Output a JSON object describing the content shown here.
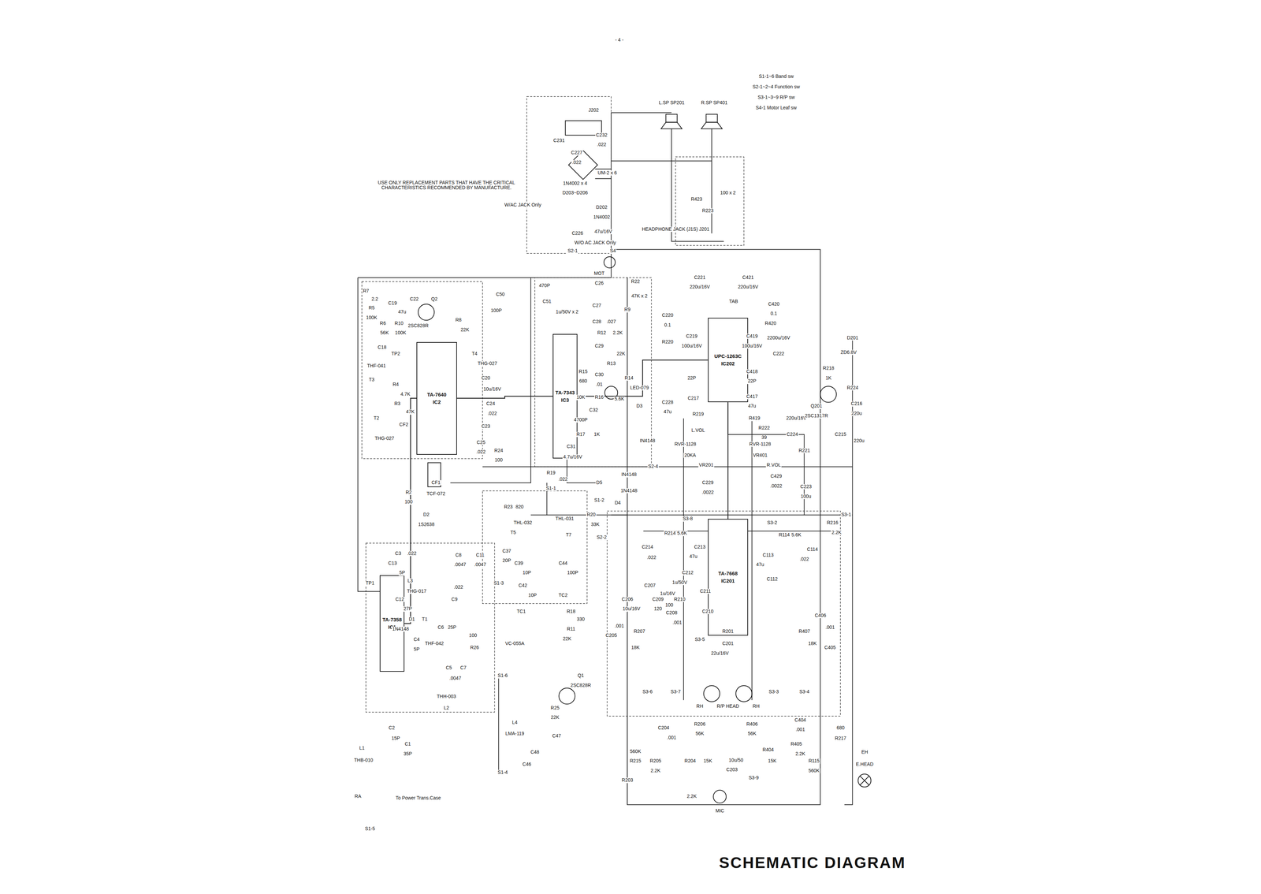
{
  "diagram": {
    "title": "SCHEMATIC DIAGRAM",
    "nodes": [
      {
        "text": [
          "TA-7358",
          "IC1"
        ]
      },
      {
        "text": [
          "TA-7640",
          "IC2"
        ]
      },
      {
        "text": [
          "TA-7343",
          "IC3"
        ]
      },
      {
        "text": [
          "UPC-1263C",
          "IC202"
        ]
      },
      {
        "text": [
          "TA-7668",
          "IC201"
        ]
      }
    ],
    "edges": [
      {
        "from": 0,
        "to": 1,
        "arrow": "none"
      },
      {
        "from": 1,
        "to": 2,
        "arrow": "none"
      },
      {
        "from": 2,
        "to": 3,
        "arrow": "none"
      },
      {
        "from": 4,
        "to": 3,
        "arrow": "none"
      }
    ],
    "labels": [
      "- 4 -",
      "USE ONLY REPLACEMENT PARTS THAT HAVE THE CRITICAL CHARACTERISTICS RECOMMENDED BY MANUFACTURE.",
      "S1-1~6 Band sw",
      "S2-1~2~4 Function sw",
      "S3-1~3~9 R/P sw",
      "S4-1 Motor Leaf sw",
      "J202",
      "C227",
      ".022",
      "C231",
      "C232",
      ".022",
      "1N4002 x 4",
      "D203~D206",
      "UM-2 x 6",
      "D202",
      "1N4002",
      "W/AC JACK Only",
      "W/O AC JACK Only",
      "47u/16V",
      "C226",
      "S4",
      "S2-1",
      "MOT",
      "L.SP SP201",
      "R.SP SP401",
      "HEADPHONE JACK (J1S) J201",
      "R223",
      "100 x 2",
      "R423",
      "TAB",
      "C221",
      "220u/16V",
      "C421",
      "220u/16V",
      "C220",
      "0.1",
      "C420",
      "0.1",
      "R220",
      "R420",
      "2200u/16V",
      "C222",
      "C219",
      "100u/16V",
      "C419",
      "100u/16V",
      "22P",
      "C418",
      "22P",
      "C217",
      "C417",
      "47u",
      "R219",
      "R419",
      "C228",
      "47u",
      "R222",
      "39",
      "220u/16V",
      "C224",
      "L.VOL",
      "RVR-1128",
      "20KA",
      "VR201",
      "RVR-1128",
      "VR401",
      "R.VOL",
      "C229",
      ".0022",
      "C429",
      ".0022",
      "R221",
      "C223",
      "100u",
      "D201",
      "ZD6.8V",
      "R218",
      "1K",
      "R224",
      "Q201",
      "2SC1317R",
      "C216",
      "220u",
      "C215",
      "220u",
      "R22",
      "C26",
      "47K x 2",
      "R9",
      "1u/50V x 2",
      "C27",
      "C28",
      ".027",
      "R12",
      "2.2K",
      "C29",
      "22K",
      "R13",
      "R15",
      "680",
      "C30",
      ".01",
      "R14",
      "LED-079",
      "10K",
      "R16",
      "5.6K",
      "C32",
      "4700P",
      "D3",
      "R17",
      "1K",
      "C31",
      "4.7u/16V",
      "IN4148",
      "S2-4",
      "470P",
      "C51",
      "C50",
      "100P",
      "R7",
      "2.2",
      "R5",
      "100K",
      "C19",
      "47u",
      "R6",
      "56K",
      "R10",
      "100K",
      "C18",
      "C22",
      "Q2",
      "2SC828R",
      "R8",
      "22K",
      "TP2",
      "THF-041",
      "T3",
      "R4",
      "4.7K",
      "R3",
      "47K",
      "T2",
      "CF2",
      "THG-027",
      "T4",
      "THG-027",
      "C20",
      "10u/16V",
      "C24",
      ".022",
      "C23",
      "C25",
      ".022",
      "R24",
      "100",
      "R2",
      "100",
      "CF1",
      "TCF-072",
      "D2",
      "1S2638",
      "TP1",
      "C13",
      "5P",
      "C3",
      ".022",
      "L3",
      "THG-017",
      "C12",
      "27P",
      "D1",
      "1N4148",
      "T1",
      "THF-042",
      "C4",
      "5P",
      "C8",
      ".0047",
      "C11",
      ".0047",
      ".022",
      "C9",
      "C6",
      "25P",
      "100",
      "R26",
      "C5",
      "C7",
      ".0047",
      "THH-003",
      "L2",
      "C2",
      "15P",
      "C1",
      "35P",
      "L1",
      "THB-010",
      "RA",
      "To Power Trans.Case",
      "S1-5",
      "VC-055A",
      "L4",
      "LMA-119",
      "C48",
      "C46",
      "C47",
      "Q1",
      "2SC828R",
      "R18",
      "330",
      "R11",
      "22K",
      "R25",
      "22K",
      "S1-6",
      "S1-4",
      "S1-3",
      "S1-2",
      "S1-1",
      "R19",
      ".022",
      "R23",
      "820",
      "THL-032",
      "T5",
      "THL-031",
      "T7",
      "C37",
      "20P",
      "C39",
      "10P",
      "C42",
      "10P",
      "TC1",
      "C44",
      "100P",
      "TC2",
      "D5",
      "IN4148",
      "1N4148",
      "D4",
      "R20",
      "33K",
      "S2-2",
      "R214",
      "5.6K",
      "S3-8",
      "C214",
      ".022",
      "C213",
      "47u",
      "C212",
      "1u/50V",
      "C211",
      "R210",
      "100",
      "C209",
      "120",
      "C207",
      "1u/16V",
      "C208",
      ".001",
      "C210",
      "C206",
      "10u/16V",
      ".001",
      "C205",
      "R207",
      "18K",
      "R201",
      "C201",
      "22u/16V",
      "S3-5",
      "S3-2",
      "R114",
      "5.6K",
      "C114",
      ".022",
      "C113",
      "47u",
      "C112",
      "R216",
      "2.2K",
      "S3-1",
      "C406",
      "R407",
      "18K",
      ".001",
      "C405",
      "S3-6",
      "S3-7",
      "RH",
      "R/P HEAD",
      "RH",
      "S3-3",
      "S3-4",
      "R206",
      "56K",
      "R406",
      "56K",
      "C204",
      ".001",
      "C404",
      ".001",
      "R215",
      "560K",
      "R205",
      "2.2K",
      "R204",
      "15K",
      "R404",
      "15K",
      "R405",
      "2.2K",
      "R115",
      "560K",
      "680",
      "R217",
      "10u/50",
      "C203",
      "S3-9",
      "R203",
      "2.2K",
      "MIC",
      "EH",
      "E.HEAD"
    ]
  }
}
